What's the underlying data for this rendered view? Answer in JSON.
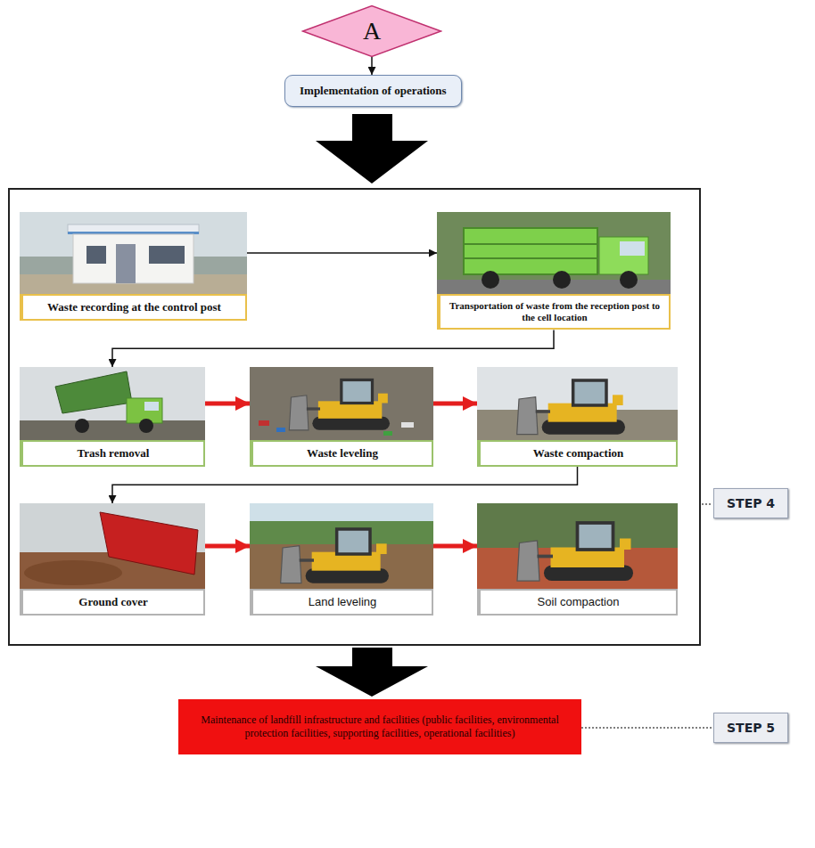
{
  "diagram": {
    "nodes": [
      {
        "text": [
          "A"
        ]
      },
      {
        "text": [
          "Implementation of operations"
        ]
      },
      {
        "text": [
          "Waste recording at the control post"
        ]
      },
      {
        "text": [
          "Transportation of waste from the reception post to the cell location"
        ]
      },
      {
        "text": [
          "Trash removal"
        ]
      },
      {
        "text": [
          "Waste leveling"
        ]
      },
      {
        "text": [
          "Waste compaction"
        ]
      },
      {
        "text": [
          "Ground cover"
        ]
      },
      {
        "text": [
          "Land leveling"
        ]
      },
      {
        "text": [
          "Soil compaction"
        ]
      },
      {
        "text": [
          "Maintenance of landfill infrastructure and facilities (public facilities, environmental protection facilities, supporting facilities, operational facilities)"
        ]
      },
      {
        "text": [
          "STEP 4"
        ]
      },
      {
        "text": [
          "STEP 5"
        ]
      }
    ],
    "edges": [
      {
        "from": 0,
        "to": 1,
        "arrow": "to"
      },
      {
        "from": 2,
        "to": 3,
        "arrow": "to"
      },
      {
        "from": 3,
        "to": 4,
        "arrow": "to"
      },
      {
        "from": 4,
        "to": 5,
        "arrow": "to"
      },
      {
        "from": 5,
        "to": 6,
        "arrow": "to"
      },
      {
        "from": 6,
        "to": 7,
        "arrow": "to"
      },
      {
        "from": 7,
        "to": 8,
        "arrow": "to"
      },
      {
        "from": 8,
        "to": 9,
        "arrow": "to"
      },
      {
        "from": 10,
        "to": 12,
        "arrow": "none"
      }
    ]
  }
}
